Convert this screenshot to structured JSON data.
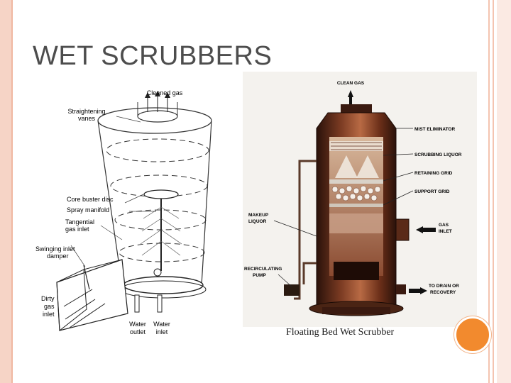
{
  "slide": {
    "title": "WET SCRUBBERS",
    "caption": "Floating Bed Wet Scrubber"
  },
  "left_diagram": {
    "labels": {
      "cleaned_gas": "Cleaned gas",
      "straightening_vanes_1": "Straightening",
      "straightening_vanes_2": "vanes",
      "core_buster_disc": "Core buster disc",
      "spray_manifold": "Spray manifold",
      "tangential_1": "Tangential",
      "tangential_2": "gas inlet",
      "swinging_1": "Swinging inlet",
      "swinging_2": "damper",
      "dirty_1": "Dirty",
      "dirty_2": "gas",
      "dirty_3": "inlet",
      "water_outlet_1": "Water",
      "water_outlet_2": "outlet",
      "water_inlet_1": "Water",
      "water_inlet_2": "inlet"
    }
  },
  "right_photo": {
    "labels": {
      "clean_gas": "CLEAN GAS",
      "mist_eliminator": "MIST ELIMINATOR",
      "scrubbing_liquor": "SCRUBBING LIQUOR",
      "retaining_grid": "RETAINING GRID",
      "support_grid": "SUPPORT GRID",
      "makeup_1": "MAKEUP",
      "makeup_2": "LIQUOR",
      "gas_inlet_1": "GAS",
      "gas_inlet_2": "INLET",
      "recirc_1": "RECIRCULATING",
      "recirc_2": "PUMP",
      "drain_1": "TO DRAIN OR",
      "drain_2": "RECOVERY"
    }
  },
  "colors": {
    "accent_circle": "#f28a2e",
    "border_tint": "#f6d4c6",
    "title_text": "#4d4d4d"
  }
}
